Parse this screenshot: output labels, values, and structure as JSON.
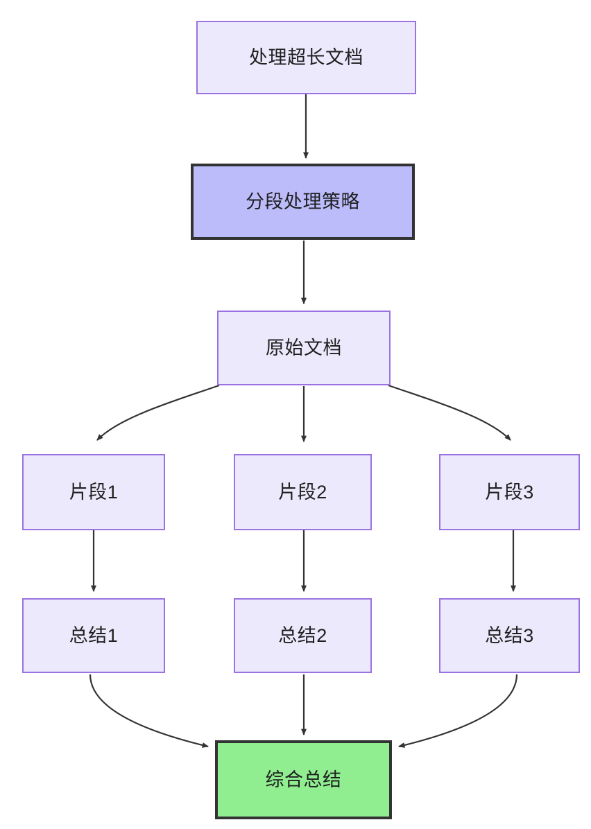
{
  "diagram": {
    "type": "flowchart",
    "direction": "top-down",
    "background_color": "#ffffff",
    "palette": {
      "node_fill_light": "#ece9fc",
      "node_border_light": "#9a72e2",
      "node_fill_strong": "#bcbcfb",
      "node_border_strong": "#333333",
      "node_fill_final": "#90ee90",
      "node_border_final": "#333333",
      "edge_color": "#333333",
      "text_color": "#1f2020"
    },
    "nodes": [
      {
        "id": "root",
        "label": "处理超长文档",
        "style": "light"
      },
      {
        "id": "strategy",
        "label": "分段处理策略",
        "style": "strong"
      },
      {
        "id": "source",
        "label": "原始文档",
        "style": "light"
      },
      {
        "id": "chunk1",
        "label": "片段1",
        "style": "light"
      },
      {
        "id": "chunk2",
        "label": "片段2",
        "style": "light"
      },
      {
        "id": "chunk3",
        "label": "片段3",
        "style": "light"
      },
      {
        "id": "summary1",
        "label": "总结1",
        "style": "light"
      },
      {
        "id": "summary2",
        "label": "总结2",
        "style": "light"
      },
      {
        "id": "summary3",
        "label": "总结3",
        "style": "light"
      },
      {
        "id": "final",
        "label": "综合总结",
        "style": "final"
      }
    ],
    "edges": [
      {
        "from": "root",
        "to": "strategy",
        "shape": "straight"
      },
      {
        "from": "strategy",
        "to": "source",
        "shape": "straight"
      },
      {
        "from": "source",
        "to": "chunk1",
        "shape": "curve-left"
      },
      {
        "from": "source",
        "to": "chunk2",
        "shape": "straight"
      },
      {
        "from": "source",
        "to": "chunk3",
        "shape": "curve-right"
      },
      {
        "from": "chunk1",
        "to": "summary1",
        "shape": "straight"
      },
      {
        "from": "chunk2",
        "to": "summary2",
        "shape": "straight"
      },
      {
        "from": "chunk3",
        "to": "summary3",
        "shape": "straight"
      },
      {
        "from": "summary1",
        "to": "final",
        "shape": "curve-right-in"
      },
      {
        "from": "summary2",
        "to": "final",
        "shape": "straight"
      },
      {
        "from": "summary3",
        "to": "final",
        "shape": "curve-left-in"
      }
    ]
  }
}
